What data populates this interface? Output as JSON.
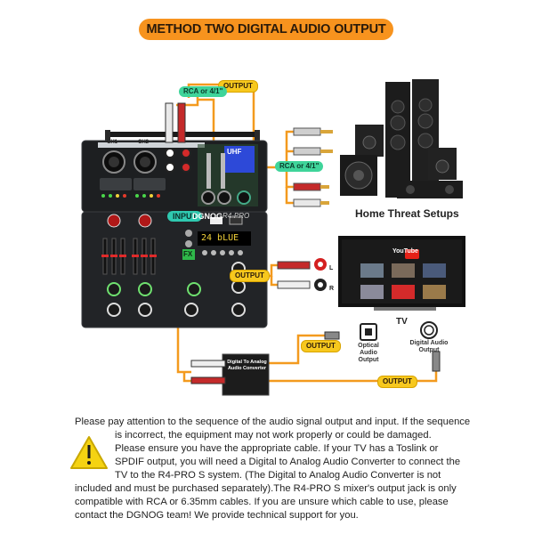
{
  "title": "METHOD TWO DIGITAL AUDIO OUTPUT",
  "labels": {
    "output_top": "OUTPUT",
    "rca_top": "RCA or 4/1\"",
    "rca_right": "RCA or 4/1\"",
    "input": "INPUT",
    "output_mid": "OUTPUT",
    "output_converter_up": "OUTPUT",
    "output_bottom": "OUTPUT"
  },
  "speakers_caption": "Home Threat Setups",
  "tv": {
    "label": "TV",
    "app_name": "YouTube",
    "jack_left": "L",
    "jack_right": "R"
  },
  "mixer": {
    "brand": "DGNOG",
    "model": "R4-PRO",
    "channel_1": "CH1",
    "channel_2": "CH2",
    "display_text": "24 bLUE",
    "fx_label": "FX",
    "wireless_display": "UHF"
  },
  "converter": {
    "label_line1": "Digital To Analog",
    "label_line2": "Audio Converter"
  },
  "tv_ports": {
    "optical": "Optical Audio Output",
    "digital": "Digital Audio Output"
  },
  "notice": {
    "line1": "Please pay attention to the sequence of the audio signal output and input. If the sequence",
    "line2": "is incorrect, the equipment may not work properly or could be damaged.",
    "line3": "Please ensure you have the appropriate cable. If your TV has a Toslink or",
    "line4": "SPDIF output, you will need a Digital to Analog Audio Converter to connect the",
    "line5": "TV to the R4-PRO S system. (The Digital to Analog Audio Converter is not",
    "line6": "included and must be purchased separately).The R4-PRO S mixer's output jack is only",
    "line7": "compatible with RCA or 6.35mm cables. If you are unsure which cable to use, please",
    "line8": "contact the DGNOG team! We provide technical support for you."
  },
  "colors": {
    "accent_orange": "#f7931e",
    "output_yellow": "#f7c81e",
    "rca_green": "#3fd49a",
    "input_teal": "#2fc9b0",
    "cable_orange": "#f39a1e",
    "youtube_red": "#e62117",
    "warning_yellow": "#f5d312"
  }
}
